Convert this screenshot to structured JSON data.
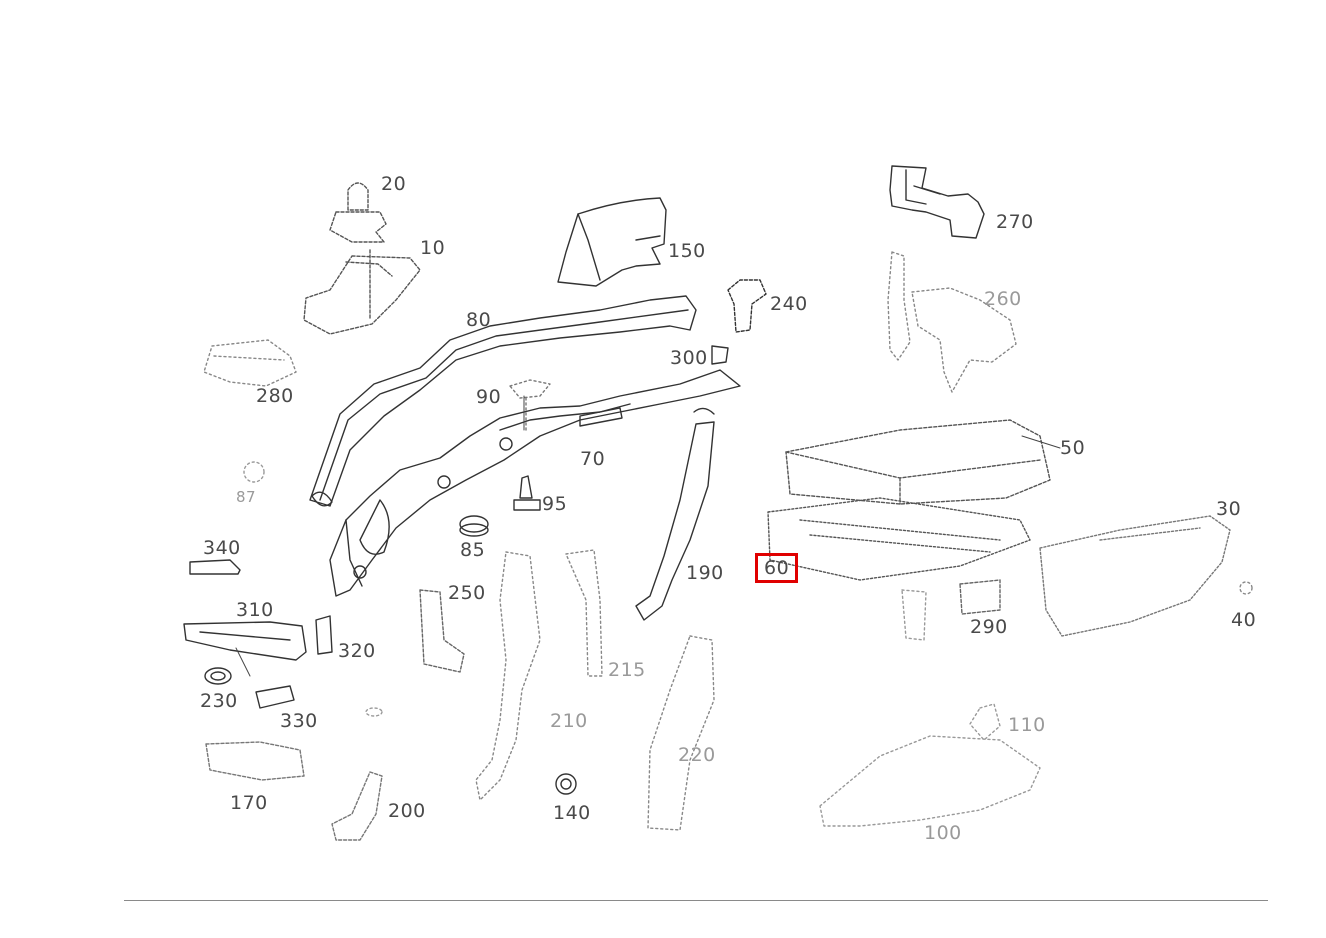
{
  "diagram": {
    "callouts": [
      {
        "id": "20",
        "label": "20"
      },
      {
        "id": "10",
        "label": "10"
      },
      {
        "id": "150",
        "label": "150"
      },
      {
        "id": "240",
        "label": "240"
      },
      {
        "id": "270",
        "label": "270"
      },
      {
        "id": "260",
        "label": "260"
      },
      {
        "id": "80",
        "label": "80"
      },
      {
        "id": "280",
        "label": "280"
      },
      {
        "id": "300",
        "label": "300"
      },
      {
        "id": "90",
        "label": "90"
      },
      {
        "id": "70",
        "label": "70"
      },
      {
        "id": "50",
        "label": "50"
      },
      {
        "id": "95",
        "label": "95"
      },
      {
        "id": "87",
        "label": "87"
      },
      {
        "id": "85",
        "label": "85"
      },
      {
        "id": "340",
        "label": "340"
      },
      {
        "id": "30",
        "label": "30"
      },
      {
        "id": "190",
        "label": "190"
      },
      {
        "id": "60",
        "label": "60",
        "selected": true
      },
      {
        "id": "250",
        "label": "250"
      },
      {
        "id": "310",
        "label": "310"
      },
      {
        "id": "40",
        "label": "40"
      },
      {
        "id": "290",
        "label": "290"
      },
      {
        "id": "320",
        "label": "320"
      },
      {
        "id": "215",
        "label": "215"
      },
      {
        "id": "230",
        "label": "230"
      },
      {
        "id": "330",
        "label": "330"
      },
      {
        "id": "210",
        "label": "210"
      },
      {
        "id": "110",
        "label": "110"
      },
      {
        "id": "220",
        "label": "220"
      },
      {
        "id": "170",
        "label": "170"
      },
      {
        "id": "140",
        "label": "140"
      },
      {
        "id": "200",
        "label": "200"
      },
      {
        "id": "100",
        "label": "100"
      }
    ],
    "highlight_color": "#e00000"
  }
}
